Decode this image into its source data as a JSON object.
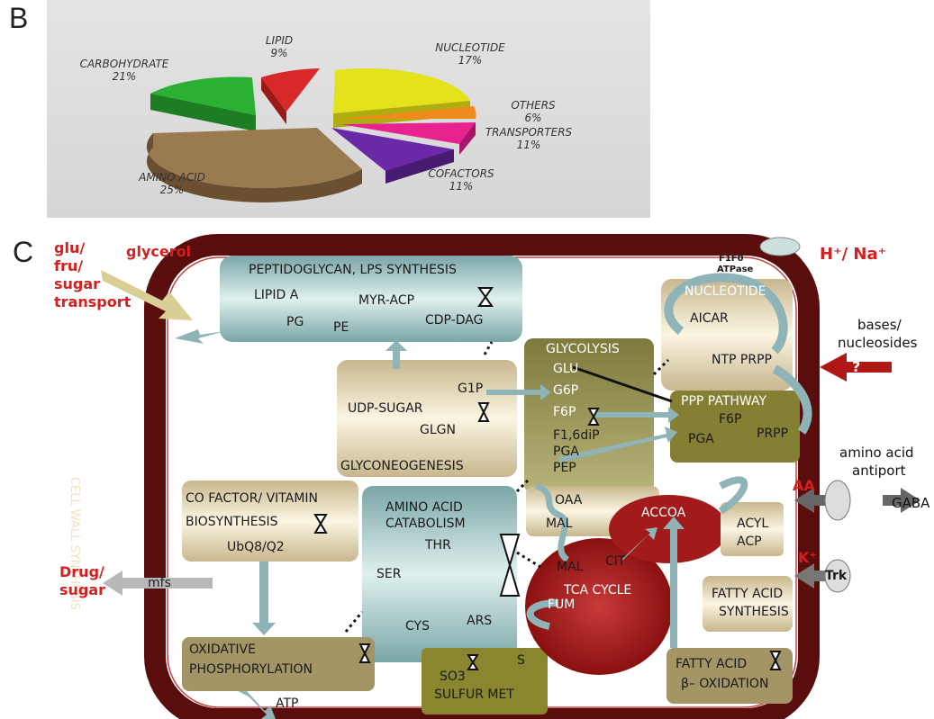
{
  "panel_b_letter": "B",
  "panel_c_letter": "C",
  "pie": {
    "slices": [
      {
        "label": "NUCLEOTIDE",
        "value_text": "17%",
        "value": 17,
        "color": "#e4e21a"
      },
      {
        "label": "OTHERS",
        "value_text": "6%",
        "value": 6,
        "color": "#f08a1d"
      },
      {
        "label": "TRANSPORTERS",
        "value_text": "11%",
        "value": 11,
        "color": "#e8238f"
      },
      {
        "label": "COFACTORS",
        "value_text": "11%",
        "value": 11,
        "color": "#6a2aa8"
      },
      {
        "label": "AMINO ACID",
        "value_text": "25%",
        "value": 25,
        "color": "#9a7b4f"
      },
      {
        "label": "CARBOHYDRATE",
        "value_text": "21%",
        "value": 21,
        "color": "#2bb033"
      },
      {
        "label": "LIPID",
        "value_text": "9%",
        "value": 9,
        "color": "#d82828"
      }
    ]
  },
  "diagram": {
    "cell_wall": "CELL WALL SYNTHESIS",
    "glu_transport": "glu/ fru/ sugar transport",
    "glyu1": "glu/",
    "glyu2": "fru/",
    "glyu3": "sugar",
    "glyu4": "transport",
    "glycerol": "glycerol",
    "f1f0": "F1F0",
    "atpase": "ATPase",
    "h_na": "H⁺/ Na⁺",
    "peptidoglycan": "PEPTIDOGLYCAN, LPS SYNTHESIS",
    "lipid_a": "LIPID A",
    "myr_acp": "MYR-ACP",
    "pg": "PG",
    "pe": "PE",
    "cdp_dag": "CDP-DAG",
    "nucleotide": "NUCLEOTIDE",
    "aicar": "AICAR",
    "ntp_prpp": "NTP PRPP",
    "bases1": "bases/",
    "bases2": "nucleosides",
    "question": "?",
    "glycolysis": "GLYCOLYSIS",
    "glu": "GLU",
    "g6p": "G6P",
    "f6p": "F6P",
    "f16dip": "F1,6diP",
    "pga": "PGA",
    "pep": "PEP",
    "ppp": "PPP PATHWAY",
    "ppp_f6p": "F6P",
    "ppp_prpp": "PRPP",
    "ppp_pga": "PGA",
    "g1p": "G1P",
    "udp_sugar": "UDP-SUGAR",
    "glgn": "GLGN",
    "glyconeogenesis": "GLYCONEOGENESIS",
    "aa_antiport1": "amino acid",
    "aa_antiport2": "antiport",
    "aa": "AA",
    "gaba": "GABA",
    "cofactor1": "CO FACTOR/ VITAMIN",
    "cofactor2": "BIOSYNTHESIS",
    "ubq": "UbQ8/Q2",
    "aa_catab1": "AMINO ACID",
    "aa_catab2": "CATABOLISM",
    "thr": "THR",
    "ser": "SER",
    "cys": "CYS",
    "ars": "ARS",
    "oaa": "OAA",
    "mal": "MAL",
    "mal2": "MAL",
    "cit": "CIT",
    "acoa": "ACCOA",
    "tca": "TCA CYCLE",
    "fum": "FUM",
    "acyl": "ACYL",
    "acp": "ACP",
    "k": "K⁺",
    "trk": "Trk",
    "fas1": "FATTY ACID",
    "fas2": "SYNTHESIS",
    "drug1": "Drug/",
    "drug2": "sugar",
    "mfs": "mfs",
    "oxphos1": "OXIDATIVE",
    "oxphos2": "PHOSPHORYLATION",
    "atp": "ATP",
    "so3": "SO3",
    "s": "S",
    "sulfur": "SULFUR MET",
    "fao1": "FATTY ACID",
    "fao2": "β– OXIDATION"
  }
}
